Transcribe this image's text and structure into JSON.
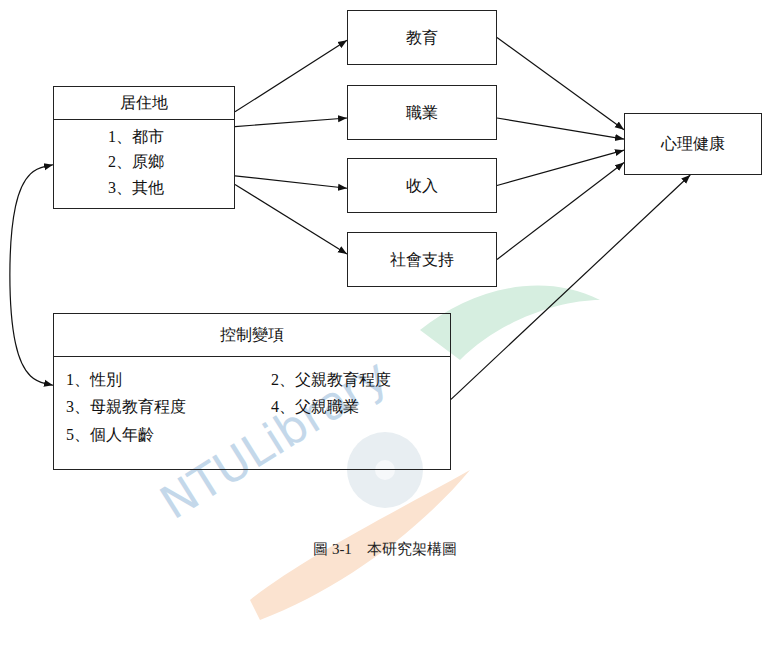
{
  "diagram": {
    "caption": "圖 3-1　本研究架構圖",
    "nodes": [
      {
        "text": [
          "居住地",
          "1、都市",
          "2、原鄉",
          "3、其他"
        ]
      },
      {
        "text": [
          "教育"
        ]
      },
      {
        "text": [
          "職業"
        ]
      },
      {
        "text": [
          "收入"
        ]
      },
      {
        "text": [
          "社會支持"
        ]
      },
      {
        "text": [
          "心理健康"
        ]
      },
      {
        "text": [
          "控制變項",
          "1、性別",
          "2、父親教育程度",
          "3、母親教育程度",
          "4、父親職業",
          "5、個人年齡"
        ]
      }
    ],
    "edges": [
      {
        "from": 0,
        "to": 1,
        "arrow": "to"
      },
      {
        "from": 0,
        "to": 2,
        "arrow": "to"
      },
      {
        "from": 0,
        "to": 3,
        "arrow": "to"
      },
      {
        "from": 0,
        "to": 4,
        "arrow": "to"
      },
      {
        "from": 1,
        "to": 5,
        "arrow": "to"
      },
      {
        "from": 2,
        "to": 5,
        "arrow": "to"
      },
      {
        "from": 3,
        "to": 5,
        "arrow": "to"
      },
      {
        "from": 4,
        "to": 5,
        "arrow": "to"
      },
      {
        "from": 6,
        "to": 5,
        "arrow": "to"
      },
      {
        "from": 0,
        "to": 6,
        "arrow": "both"
      }
    ],
    "labels": [
      "NTULibrary"
    ]
  }
}
